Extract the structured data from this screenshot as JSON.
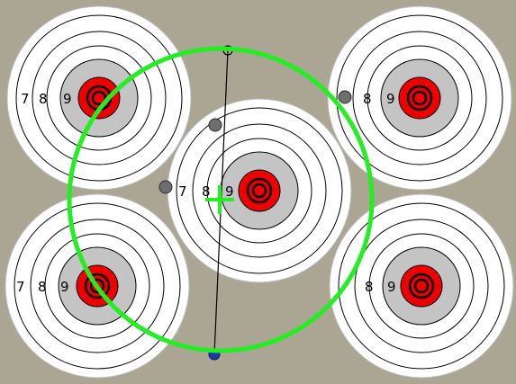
{
  "colors": {
    "background": "#aba594",
    "target_white": "#ffffff",
    "target_gray": "#c4c4c4",
    "target_red": "#ee0000",
    "ring_line": "#000000",
    "aim_circle": "#22ee22",
    "shot_marker": "#6e6e6e",
    "shot_marker_endpoint": "#1a3aa8"
  },
  "ring_numbers": {
    "seven": "7",
    "eight": "8",
    "nine": "9"
  },
  "icons": {
    "aim_circle": "aim-circle-icon",
    "crosshair": "crosshair-icon",
    "shot_marker": "shot-marker-icon"
  }
}
